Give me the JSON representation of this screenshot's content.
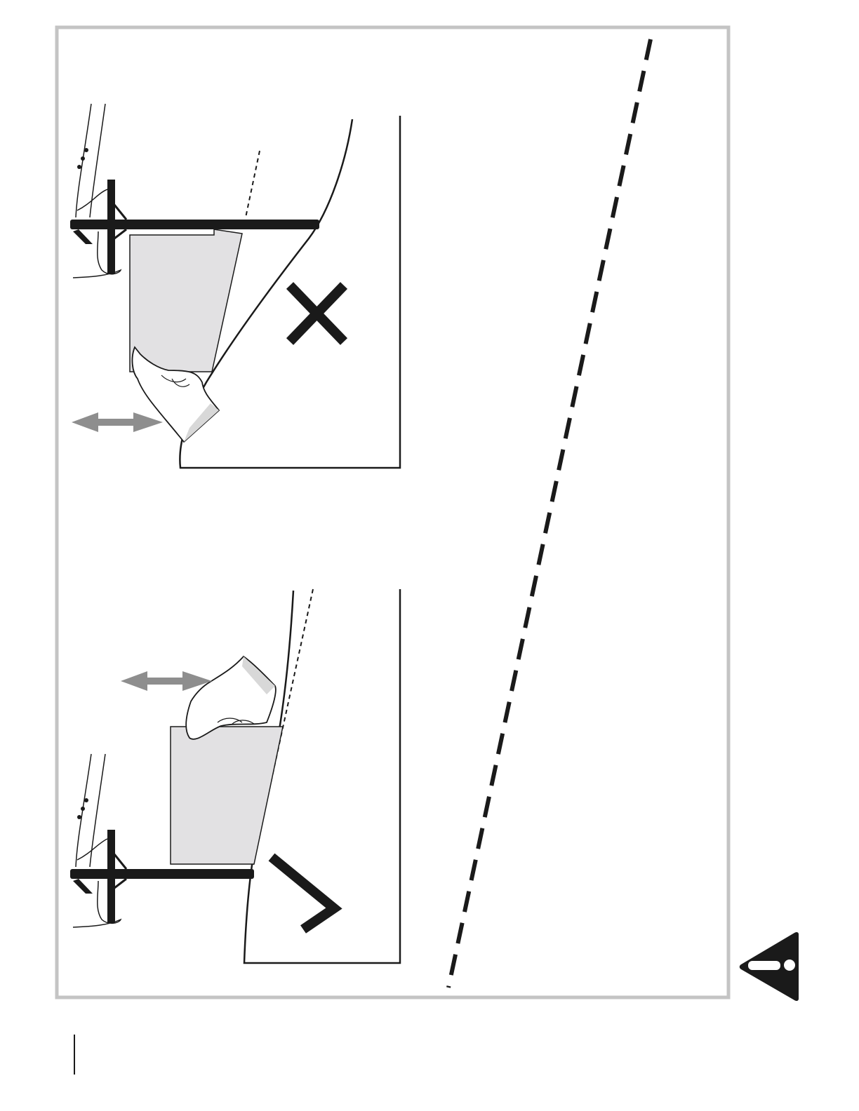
{
  "page": {
    "background": "#ffffff"
  },
  "frame": {
    "border_color": "#c4c4c4"
  },
  "illustrations": [
    {
      "name": "incorrect-paper-insertion",
      "mark": "cross-mark",
      "paper_color": "#e2e1e3",
      "arrow_color": "#8e8e8e"
    },
    {
      "name": "correct-paper-insertion",
      "mark": "check-mark",
      "paper_color": "#e2e1e3",
      "arrow_color": "#8e8e8e"
    }
  ],
  "cut_line": {
    "style": "dashed",
    "color": "#1a1a1a"
  },
  "icons": {
    "warning": "warning-triangle-icon"
  },
  "colors": {
    "ink": "#1a1a1a",
    "hand_shadow": "#d8d8d8"
  }
}
